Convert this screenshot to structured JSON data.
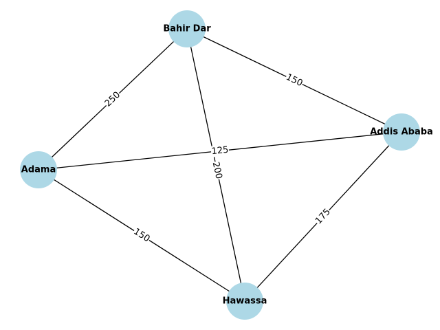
{
  "colors": {
    "node_fill": "#add8e6",
    "edge": "#000000",
    "label_text": "#000000",
    "background": "#ffffff"
  },
  "nodes": [
    {
      "id": "bahir-dar",
      "label": "Bahir Dar"
    },
    {
      "id": "addis-ababa",
      "label": "Addis Ababa"
    },
    {
      "id": "adama",
      "label": "Adama"
    },
    {
      "id": "hawassa",
      "label": "Hawassa"
    }
  ],
  "edges": [
    {
      "source": "bahir-dar",
      "target": "addis-ababa",
      "weight": "150"
    },
    {
      "source": "bahir-dar",
      "target": "adama",
      "weight": "250"
    },
    {
      "source": "bahir-dar",
      "target": "hawassa",
      "weight": "200"
    },
    {
      "source": "adama",
      "target": "addis-ababa",
      "weight": "125"
    },
    {
      "source": "adama",
      "target": "hawassa",
      "weight": "150"
    },
    {
      "source": "hawassa",
      "target": "addis-ababa",
      "weight": "175"
    }
  ]
}
